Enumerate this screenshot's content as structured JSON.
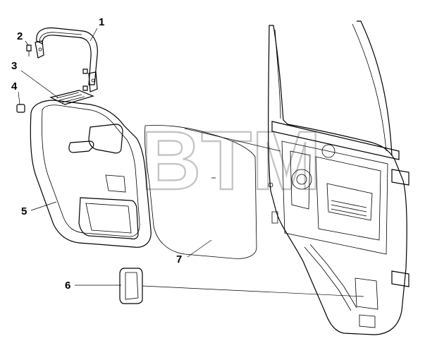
{
  "watermark": "BTM",
  "callouts": [
    {
      "label": "1"
    },
    {
      "label": "2"
    },
    {
      "label": "3"
    },
    {
      "label": "4"
    },
    {
      "label": "5"
    },
    {
      "label": "6"
    },
    {
      "label": "7"
    }
  ]
}
